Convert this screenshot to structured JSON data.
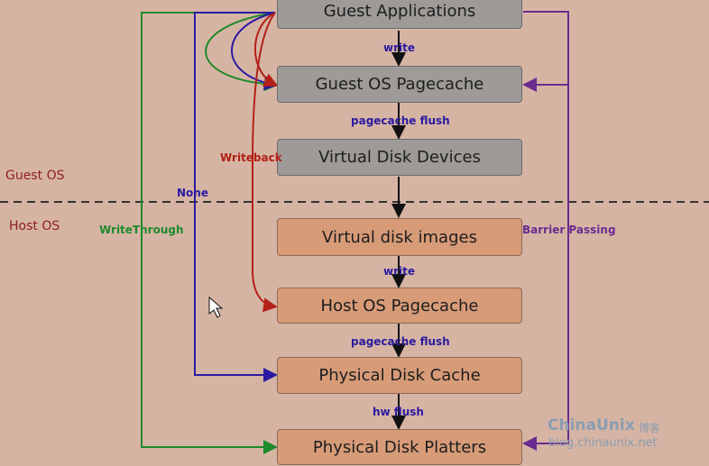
{
  "diagram": {
    "boxes": {
      "guest_apps": "Guest Applications",
      "guest_pagecache": "Guest OS Pagecache",
      "virtual_disk_devices": "Virtual Disk Devices",
      "virtual_disk_images": "Virtual disk images",
      "host_pagecache": "Host OS Pagecache",
      "physical_disk_cache": "Physical Disk Cache",
      "physical_disk_platters": "Physical Disk Platters"
    },
    "edges": {
      "write_1": "write",
      "pagecache_flush_1": "pagecache flush",
      "write_2": "write",
      "pagecache_flush_2": "pagecache flush",
      "hw_flush": "hw flush"
    },
    "modes": {
      "writeback": "Writeback",
      "none": "None",
      "writethrough": "WriteThrough",
      "barrier": "Barrier Passing"
    },
    "regions": {
      "guest": "Guest OS",
      "host": "Host OS"
    },
    "colors": {
      "guest_box": "#9d9a97",
      "host_box": "#d79b78",
      "writeback": "#b32017",
      "none": "#2b1aa0",
      "writethrough": "#1f8a2b",
      "barrier": "#6b2c8f"
    }
  },
  "watermark": {
    "brand": "ChinaUnix",
    "brand_cn": "博客",
    "url": "blog.chinaunix.net"
  }
}
